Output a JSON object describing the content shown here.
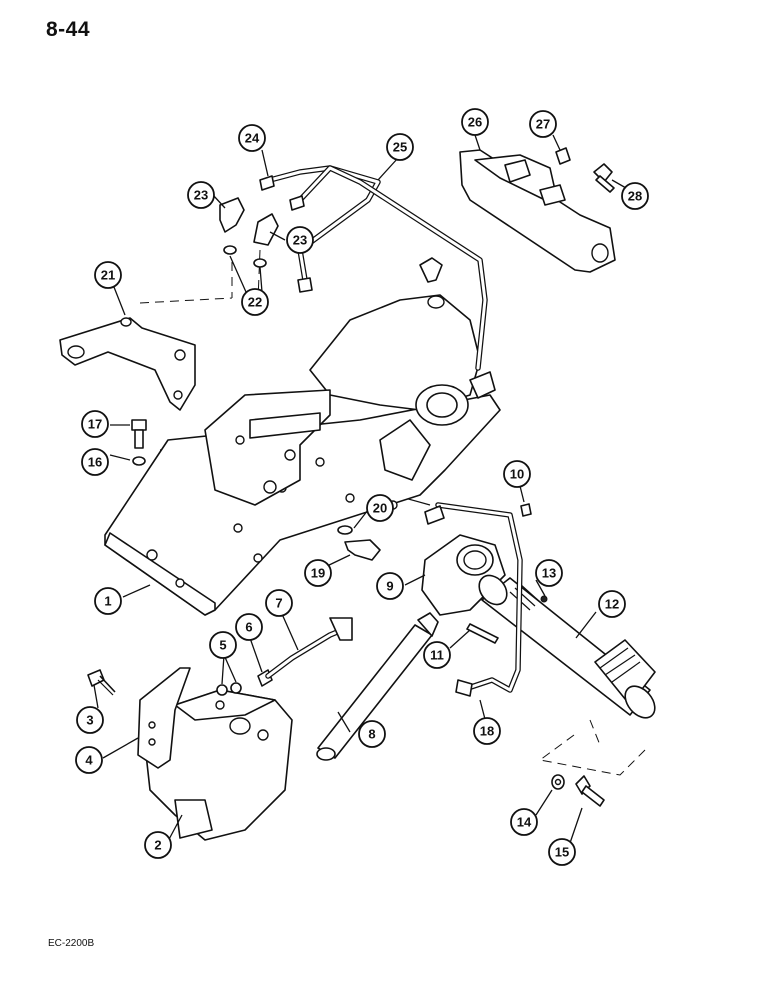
{
  "header": {
    "page_number": "8-44"
  },
  "footer": {
    "doc_code": "EC-2200B"
  },
  "callouts": [
    "1",
    "2",
    "3",
    "4",
    "5",
    "6",
    "7",
    "8",
    "9",
    "10",
    "11",
    "12",
    "13",
    "14",
    "15",
    "16",
    "17",
    "18",
    "19",
    "20",
    "21",
    "22",
    "23",
    "23",
    "24",
    "25",
    "26",
    "27",
    "28"
  ]
}
